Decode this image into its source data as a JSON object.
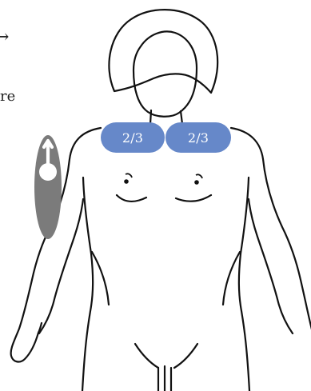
{
  "colors": {
    "accent": "#6688C9",
    "line": "#111111",
    "legend_gray": "#7B7B7B",
    "legend_dark": "#6E6E6E"
  },
  "partial_text": {
    "arrow": "→",
    "word": "re"
  },
  "badges": [
    {
      "label": "2/3"
    },
    {
      "label": "2/3"
    }
  ],
  "icons": {
    "legend": "swipe-up-icon"
  }
}
